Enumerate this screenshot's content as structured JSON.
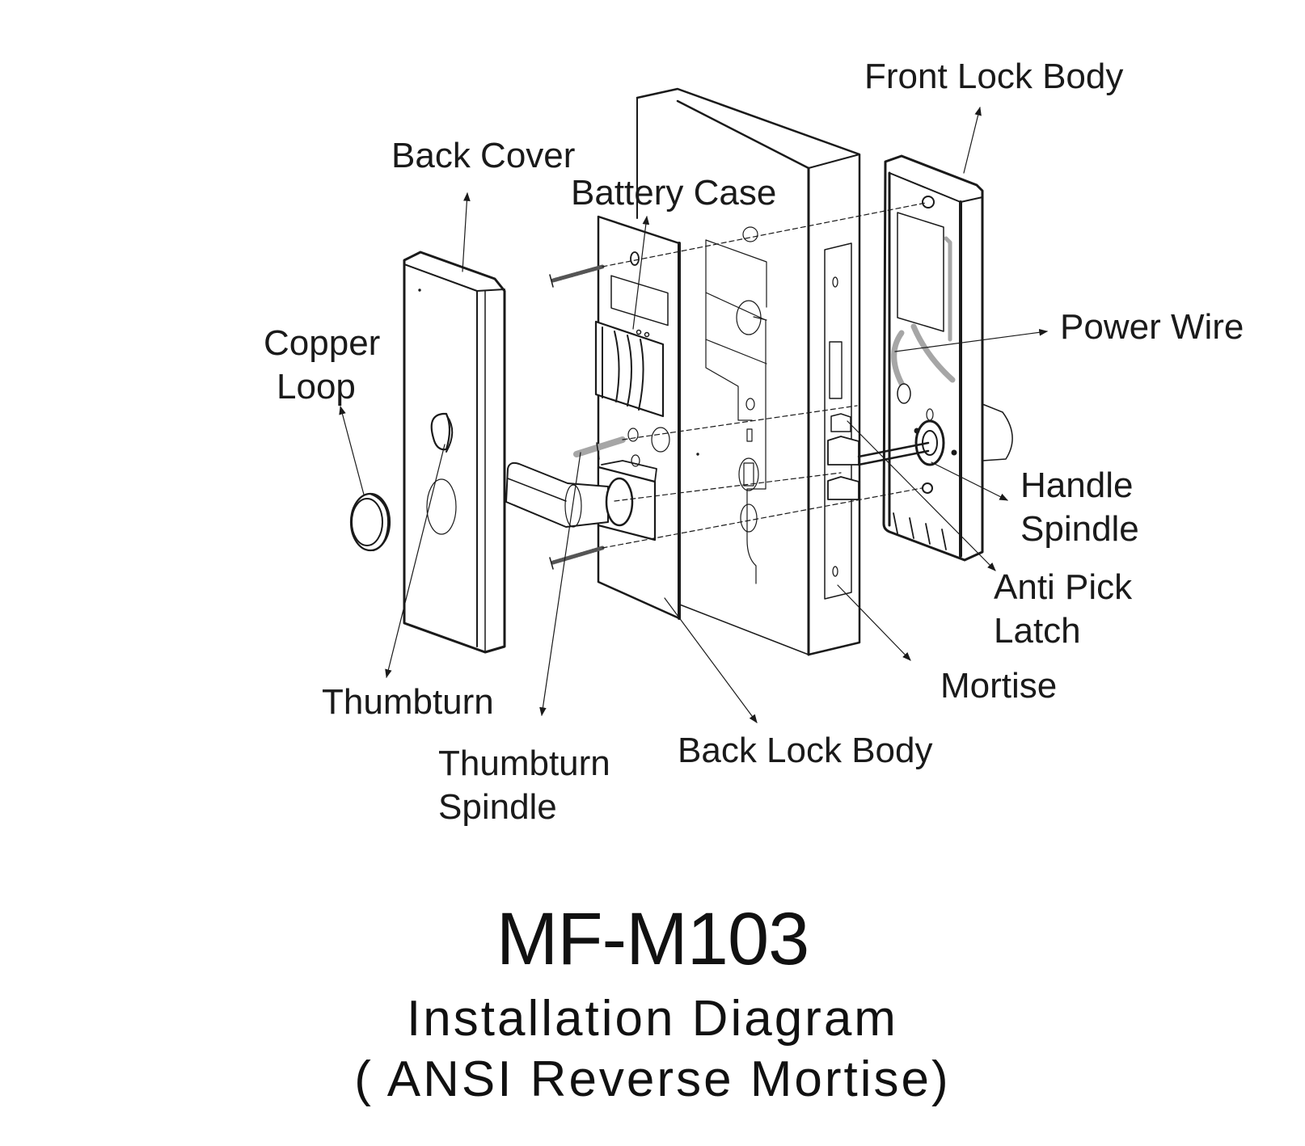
{
  "labels": {
    "front_lock_body": "Front Lock Body",
    "back_cover": "Back Cover",
    "battery_case": "Battery Case",
    "power_wire": "Power Wire",
    "copper_loop": [
      "Copper",
      "Loop"
    ],
    "handle_spindle": [
      "Handle",
      "Spindle"
    ],
    "anti_pick_latch": [
      "Anti Pick",
      "Latch"
    ],
    "mortise": "Mortise",
    "thumbturn": "Thumbturn",
    "thumbturn_spindle": [
      "Thumbturn",
      "Spindle"
    ],
    "back_lock_body": "Back Lock Body"
  },
  "title": {
    "model": "MF-M103",
    "subtitle_line1": "Installation Diagram",
    "subtitle_line2": "( ANSI Reverse Mortise)"
  },
  "colors": {
    "ink": "#1a1a1a",
    "shade": "#a6a6a6",
    "background": "#ffffff"
  }
}
